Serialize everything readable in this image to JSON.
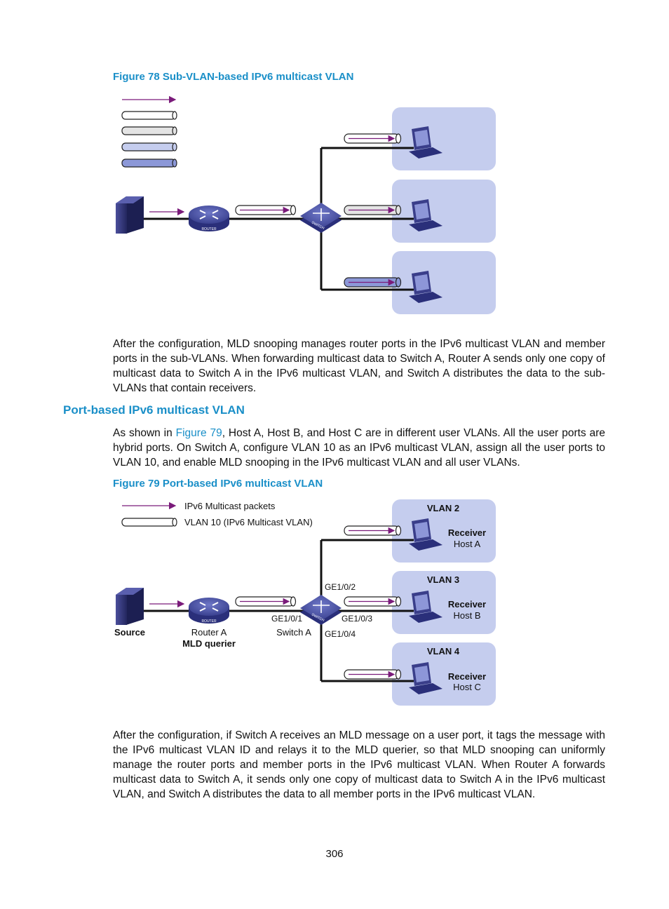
{
  "figure78": {
    "caption": "Figure 78 Sub-VLAN-based IPv6 multicast VLAN"
  },
  "paragraph1": "After the configuration, MLD snooping manages router ports in the IPv6 multicast VLAN and member ports in the sub-VLANs. When forwarding multicast data to Switch A, Router A sends only one copy of multicast data to Switch A in the IPv6 multicast VLAN, and Switch A distributes the data to the sub-VLANs that contain receivers.",
  "section_heading": "Port-based IPv6 multicast VLAN",
  "paragraph2": {
    "before": "As shown in ",
    "link": "Figure 79",
    "after": ", Host A, Host B, and Host C are in different user VLANs. All the user ports are hybrid ports. On Switch A, configure VLAN 10 as an IPv6 multicast VLAN, assign all the user ports to VLAN 10, and enable MLD snooping in the IPv6 multicast VLAN and all user VLANs."
  },
  "figure79": {
    "caption": "Figure 79 Port-based IPv6 multicast VLAN",
    "legend": {
      "packets": "IPv6 Multicast packets",
      "vlan": "VLAN 10 (IPv6 Multicast VLAN)"
    },
    "source": "Source",
    "router_name": "Router A",
    "router_role": "MLD querier",
    "switch_name": "Switch A",
    "ports": {
      "p1": "GE1/0/1",
      "p2": "GE1/0/2",
      "p3": "GE1/0/3",
      "p4": "GE1/0/4"
    },
    "vlans": [
      {
        "vlan": "VLAN 2",
        "role": "Receiver",
        "host": "Host A"
      },
      {
        "vlan": "VLAN 3",
        "role": "Receiver",
        "host": "Host B"
      },
      {
        "vlan": "VLAN 4",
        "role": "Receiver",
        "host": "Host C"
      }
    ],
    "device_labels": {
      "router": "ROUTER",
      "switch": "SWITCH"
    }
  },
  "paragraph3": "After the configuration, if Switch A receives an MLD message on a user port, it tags the message with the IPv6 multicast VLAN ID and relays it to the MLD querier, so that MLD snooping can uniformly manage the router ports and member ports in the IPv6 multicast VLAN. When Router A forwards multicast data to Switch A, it sends only one copy of multicast data to Switch A in the IPv6 multicast VLAN, and Switch A distributes the data to all member ports in the IPv6 multicast VLAN.",
  "page_number": "306",
  "colors": {
    "accent": "#1a8fc8",
    "arrow": "#7a1b7a",
    "vlan_box": "#c5cdee",
    "pc": "#3a3e8a"
  }
}
